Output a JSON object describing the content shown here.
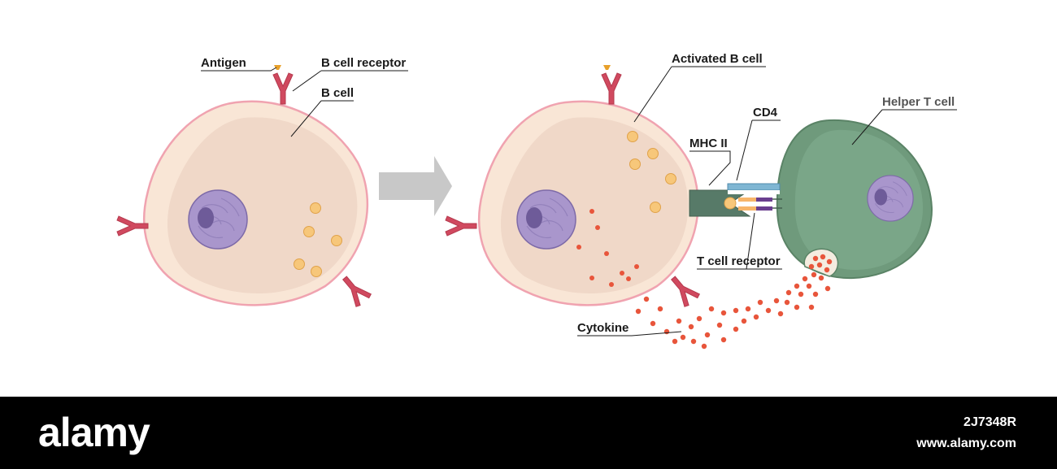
{
  "labels": {
    "antigen": "Antigen",
    "b_cell_receptor": "B cell receptor",
    "b_cell": "B cell",
    "activated_b_cell": "Activated B cell",
    "cd4": "CD4",
    "mhc_ii": "MHC II",
    "helper_t_cell": "Helper T cell",
    "t_cell_receptor": "T cell receptor",
    "cytokine": "Cytokine"
  },
  "footer": {
    "logo": "alamy",
    "image_id": "2J7348R",
    "url": "www.alamy.com"
  },
  "colors": {
    "b_cell_fill": "#f7e0cf",
    "b_cell_border": "#f0a9b4",
    "nucleus": "#a996cc",
    "receptor": "#d0495f",
    "granule": "#f7c77a",
    "helper_t": "#6f9a7c",
    "cytokine": "#e8553b",
    "arrow": "#c8c8c8",
    "mhc": "#577a68",
    "cd4": "#7fb6d3"
  }
}
